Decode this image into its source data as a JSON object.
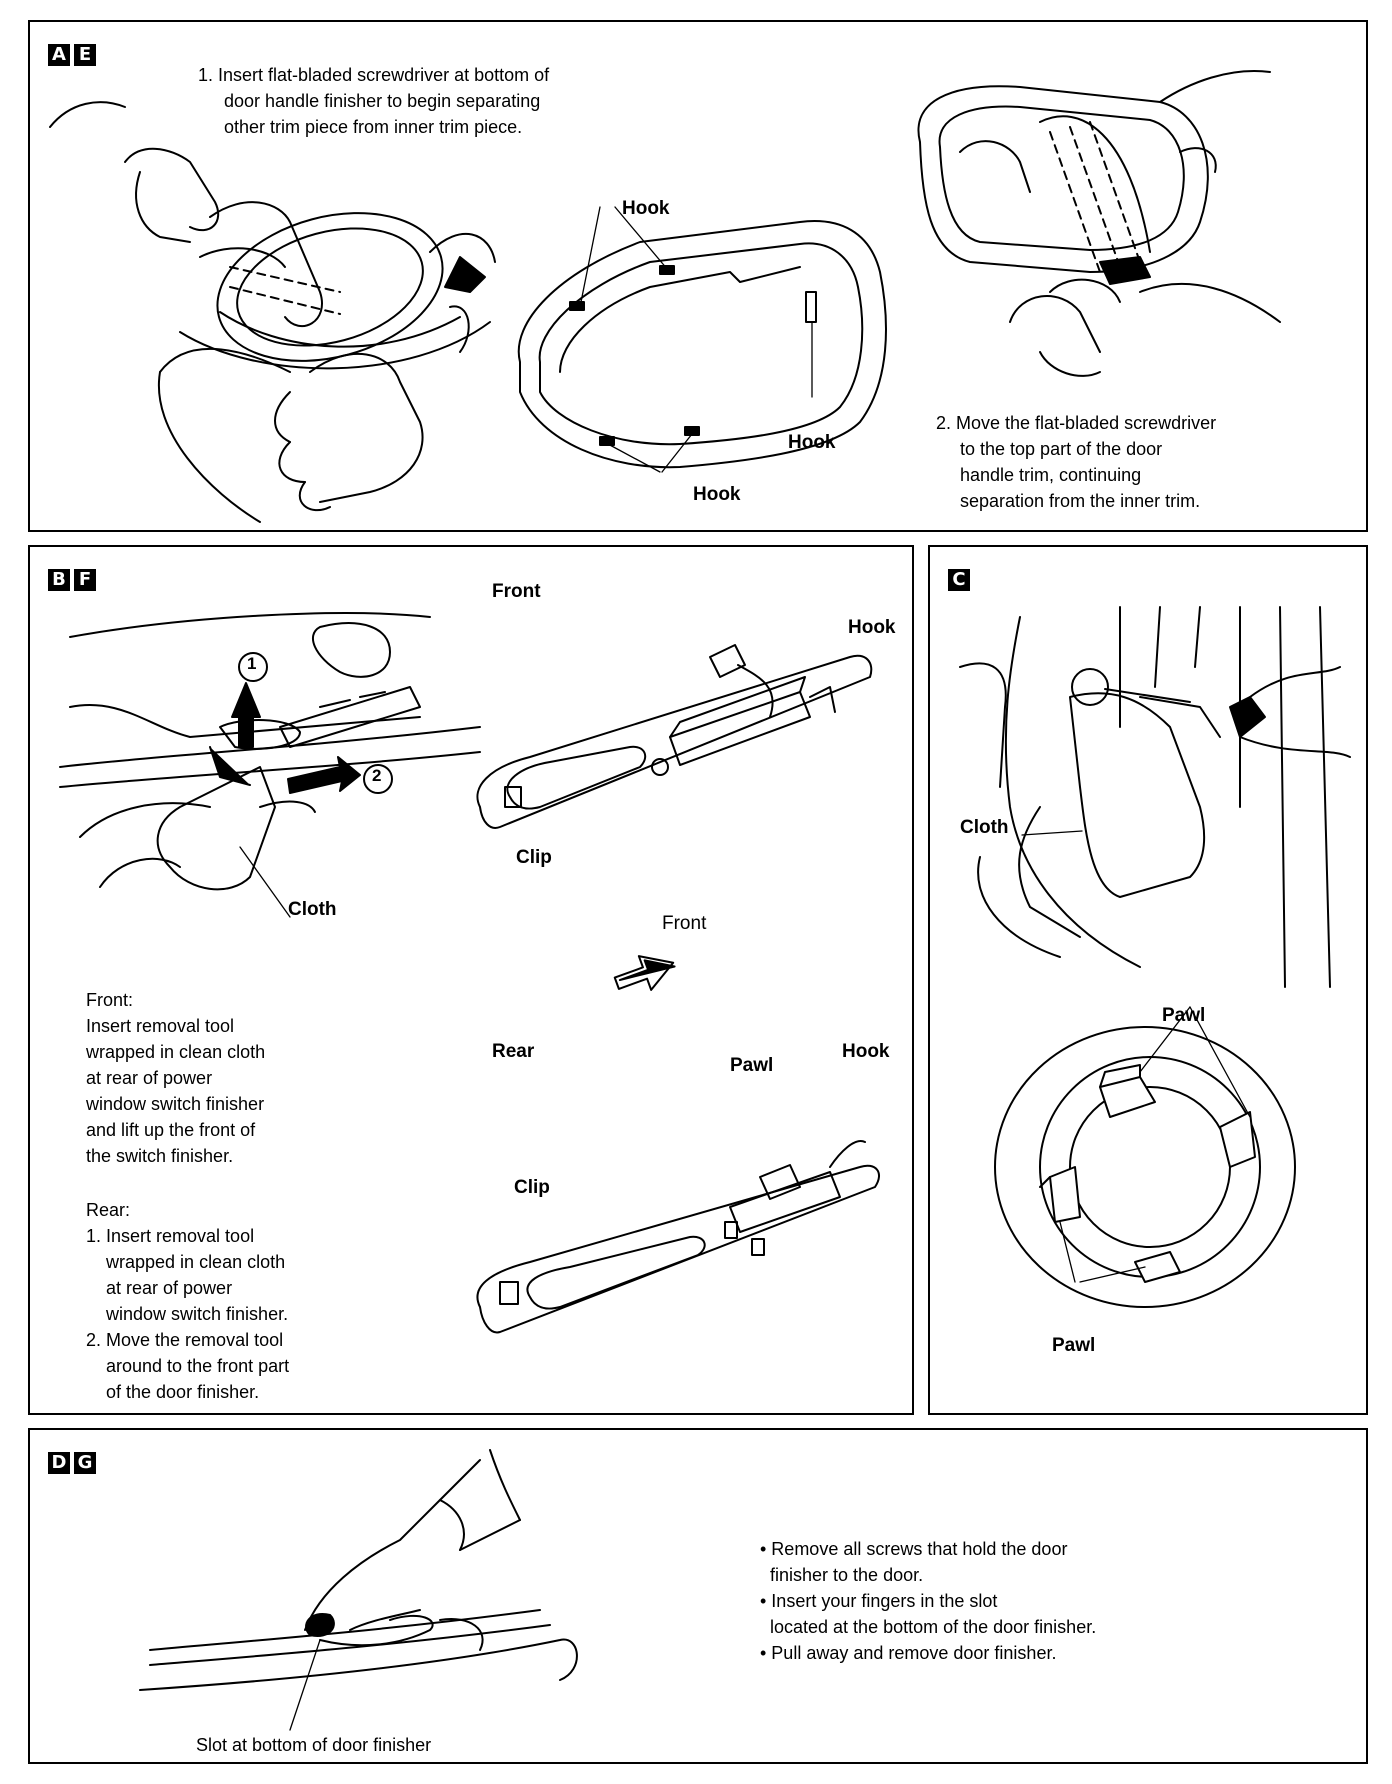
{
  "panel_ae": {
    "badges": [
      "A",
      "E"
    ],
    "step1": [
      "1. Insert flat-bladed screwdriver at bottom of",
      "door handle finisher to begin separating",
      "other trim piece from inner trim piece."
    ],
    "hook_top": "Hook",
    "hook_right": "Hook",
    "hook_bottom": "Hook",
    "step2": [
      "2. Move the flat-bladed screwdriver",
      "to the top part of the door",
      "handle trim, continuing",
      "separation from the inner trim."
    ]
  },
  "panel_bf": {
    "badges": [
      "B",
      "F"
    ],
    "front_title": "Front",
    "hook": "Hook",
    "clip": "Clip",
    "cloth": "Cloth",
    "step_1": "1",
    "step_2": "2",
    "front_arrow_label": "Front",
    "rear_title": "Rear",
    "rear_pawl": "Pawl",
    "rear_hook": "Hook",
    "rear_clip": "Clip",
    "instructions": [
      "Front:",
      "Insert removal tool",
      "wrapped in clean cloth",
      "at rear of power",
      "window switch finisher",
      "and lift up the front of",
      "the switch finisher.",
      "",
      "Rear:",
      "1. Insert removal tool",
      "    wrapped in clean cloth",
      "    at rear of power",
      "    window switch finisher.",
      "2. Move the removal tool",
      "    around to the front part",
      "    of the door finisher."
    ]
  },
  "panel_c": {
    "badges": [
      "C"
    ],
    "cloth": "Cloth",
    "pawl_top": "Pawl",
    "pawl_bottom": "Pawl"
  },
  "panel_dg": {
    "badges": [
      "D",
      "G"
    ],
    "slot_label": "Slot at bottom of door finisher",
    "bullets": [
      "• Remove all screws that hold the door",
      "  finisher to the door.",
      "• Insert your fingers in the slot",
      "  located at the bottom of the door finisher.",
      "• Pull away and remove door finisher."
    ]
  }
}
